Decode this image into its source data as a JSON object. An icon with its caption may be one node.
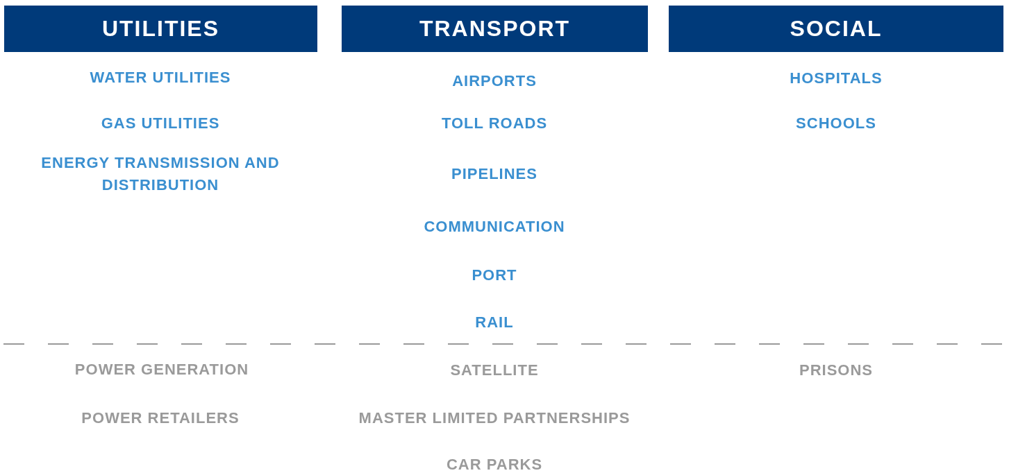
{
  "diagram": {
    "nodes": [
      {
        "text": [
          "UTILITIES"
        ]
      },
      {
        "text": [
          "TRANSPORT"
        ]
      },
      {
        "text": [
          "SOCIAL"
        ]
      }
    ],
    "edges": [],
    "labels": [
      "WATER UTILITIES",
      "AIRPORTS",
      "HOSPITALS",
      "GAS UTILITIES",
      "TOLL ROADS",
      "SCHOOLS",
      "ENERGY TRANSMISSION AND DISTRIBUTION",
      "PIPELINES",
      "COMMUNICATION",
      "PORT",
      "RAIL",
      "POWER GENERATION",
      "SATELLITE",
      "PRISONS",
      "POWER RETAILERS",
      "MASTER LIMITED PARTNERSHIPS",
      "CAR PARKS"
    ]
  }
}
